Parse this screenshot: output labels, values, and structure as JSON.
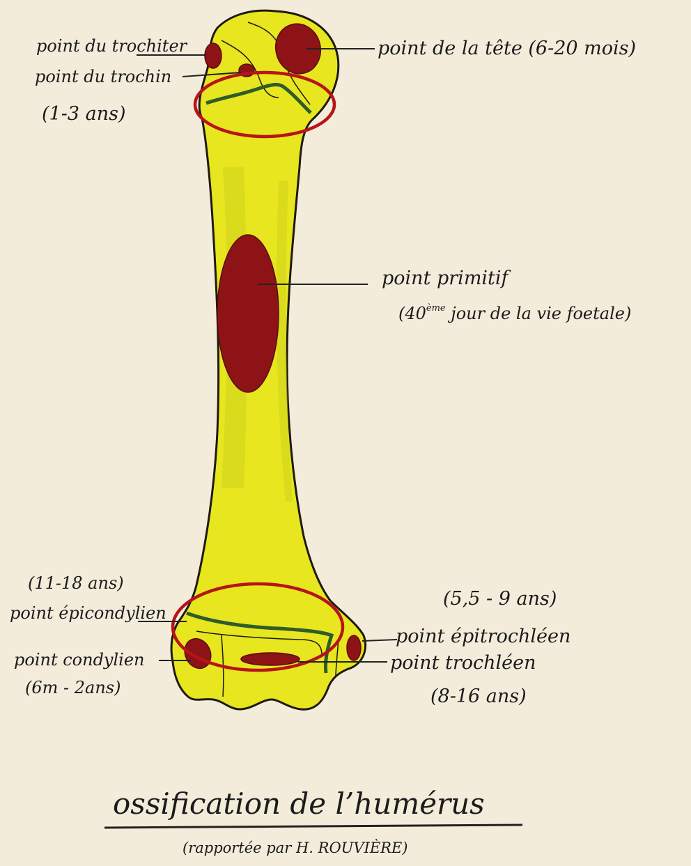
{
  "labels": {
    "trochiter": "point du trochiter",
    "trochin": "point du trochin",
    "trochin_age": "(1-3 ans)",
    "tete": "point de la tête (6-20 mois)",
    "primitif": "point primitif",
    "primitif_age_a": "(40",
    "primitif_age_sup": "ème",
    "primitif_age_b": " jour de la vie foetale)",
    "epicondylien_age": "(11-18 ans)",
    "epicondylien": "point épicondylien",
    "condylien": "point condylien",
    "condylien_age": "(6m - 2ans)",
    "epitrochleen_age": "(5,5 - 9 ans)",
    "epitrochleen": "point épitrochléen",
    "trochleen": "point trochléen",
    "trochleen_age": "(8-16 ans)"
  },
  "title": "ossification de l’humérus",
  "credit": "(rapportée par H. ROUVIÈRE)",
  "colors": {
    "background": "#f3ecdb",
    "bone": "#e7e61f",
    "nucleus": "#8e1316",
    "growth_plate": "#2f5c2a",
    "highlight_ellipse": "#b7141a"
  }
}
